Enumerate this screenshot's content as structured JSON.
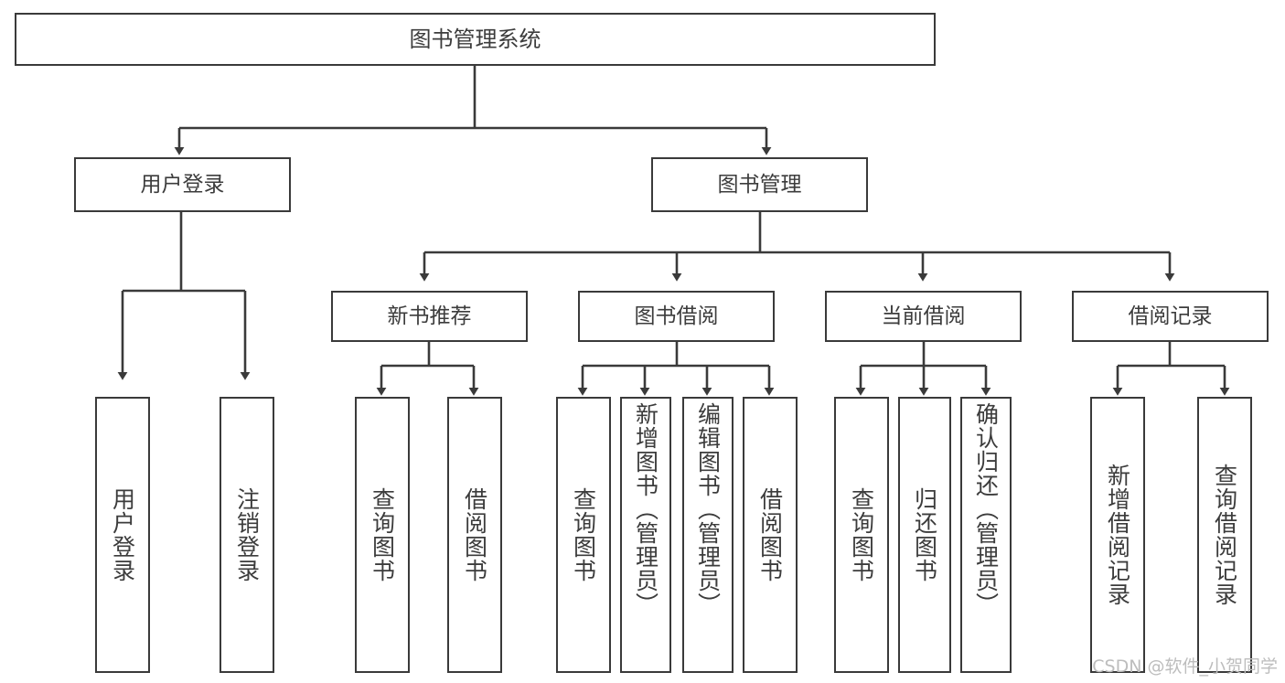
{
  "diagram": {
    "title": "图书管理系统",
    "watermark": "CSDN @软件_小贺同学",
    "edge_color": "#3a3a3a",
    "box_border_color": "#3a3a3a",
    "box_fill_color": "#ffffff",
    "text_color": "#3c3c3c"
  },
  "nodes": {
    "root": {
      "label": "图书管理系统"
    },
    "level1": [
      {
        "label": "用户登录"
      },
      {
        "label": "图书管理"
      }
    ],
    "level2": [
      {
        "label": "新书推荐"
      },
      {
        "label": "图书借阅"
      },
      {
        "label": "当前借阅"
      },
      {
        "label": "借阅记录"
      }
    ],
    "leaves": {
      "user_login": [
        {
          "label": "用户登录"
        },
        {
          "label": "注销登录"
        }
      ],
      "new_book_recommend": [
        {
          "label": "查询图书"
        },
        {
          "label": "借阅图书"
        }
      ],
      "book_borrow": [
        {
          "label": "查询图书"
        },
        {
          "label": "新增图书（管理员）"
        },
        {
          "label": "编辑图书（管理员）"
        },
        {
          "label": "借阅图书"
        }
      ],
      "current_borrow": [
        {
          "label": "查询图书"
        },
        {
          "label": "归还图书"
        },
        {
          "label": "确认归还（管理员）"
        }
      ],
      "borrow_record": [
        {
          "label": "新增借阅记录"
        },
        {
          "label": "查询借阅记录"
        }
      ]
    }
  }
}
